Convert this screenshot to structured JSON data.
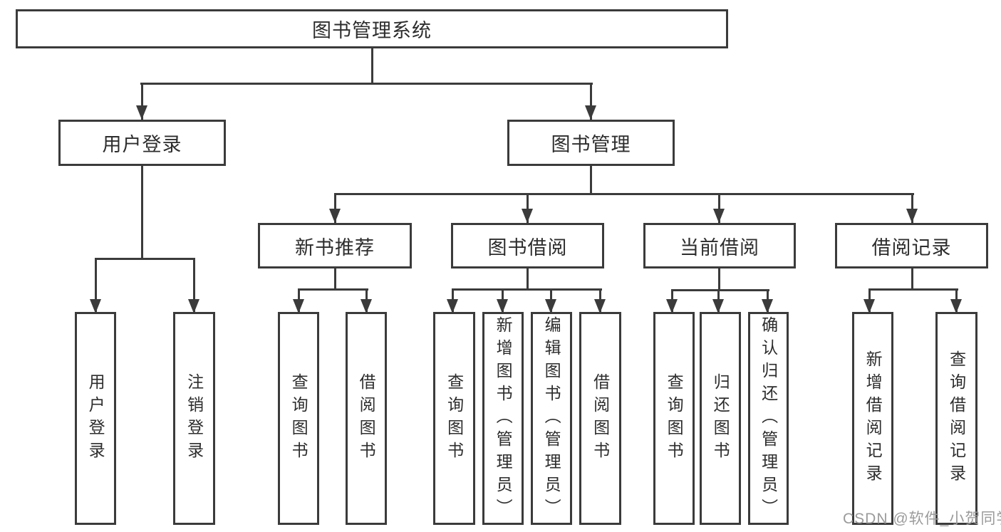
{
  "diagram": {
    "title": "图书管理系统",
    "root": {
      "label": "图书管理系统"
    },
    "branches": [
      {
        "label": "用户登录",
        "children": [
          {
            "label": "用户登录"
          },
          {
            "label": "注销登录"
          }
        ]
      },
      {
        "label": "图书管理",
        "children": [
          {
            "label": "新书推荐",
            "children": [
              {
                "label": "查询图书"
              },
              {
                "label": "借阅图书"
              }
            ]
          },
          {
            "label": "图书借阅",
            "children": [
              {
                "label": "查询图书"
              },
              {
                "label": "新增图书（管理员）"
              },
              {
                "label": "编辑图书（管理员）"
              },
              {
                "label": "借阅图书"
              }
            ]
          },
          {
            "label": "当前借阅",
            "children": [
              {
                "label": "查询图书"
              },
              {
                "label": "归还图书"
              },
              {
                "label": "确认归还（管理员）"
              }
            ]
          },
          {
            "label": "借阅记录",
            "children": [
              {
                "label": "新增借阅记录"
              },
              {
                "label": "查询借阅记录"
              }
            ]
          }
        ]
      }
    ]
  },
  "watermark": {
    "text": "CSDN @软件_小贺同学"
  },
  "colors": {
    "line": "#3b3b3b",
    "text": "#2d2d2d",
    "watermark": "#9b9b9b",
    "background": "#ffffff"
  }
}
